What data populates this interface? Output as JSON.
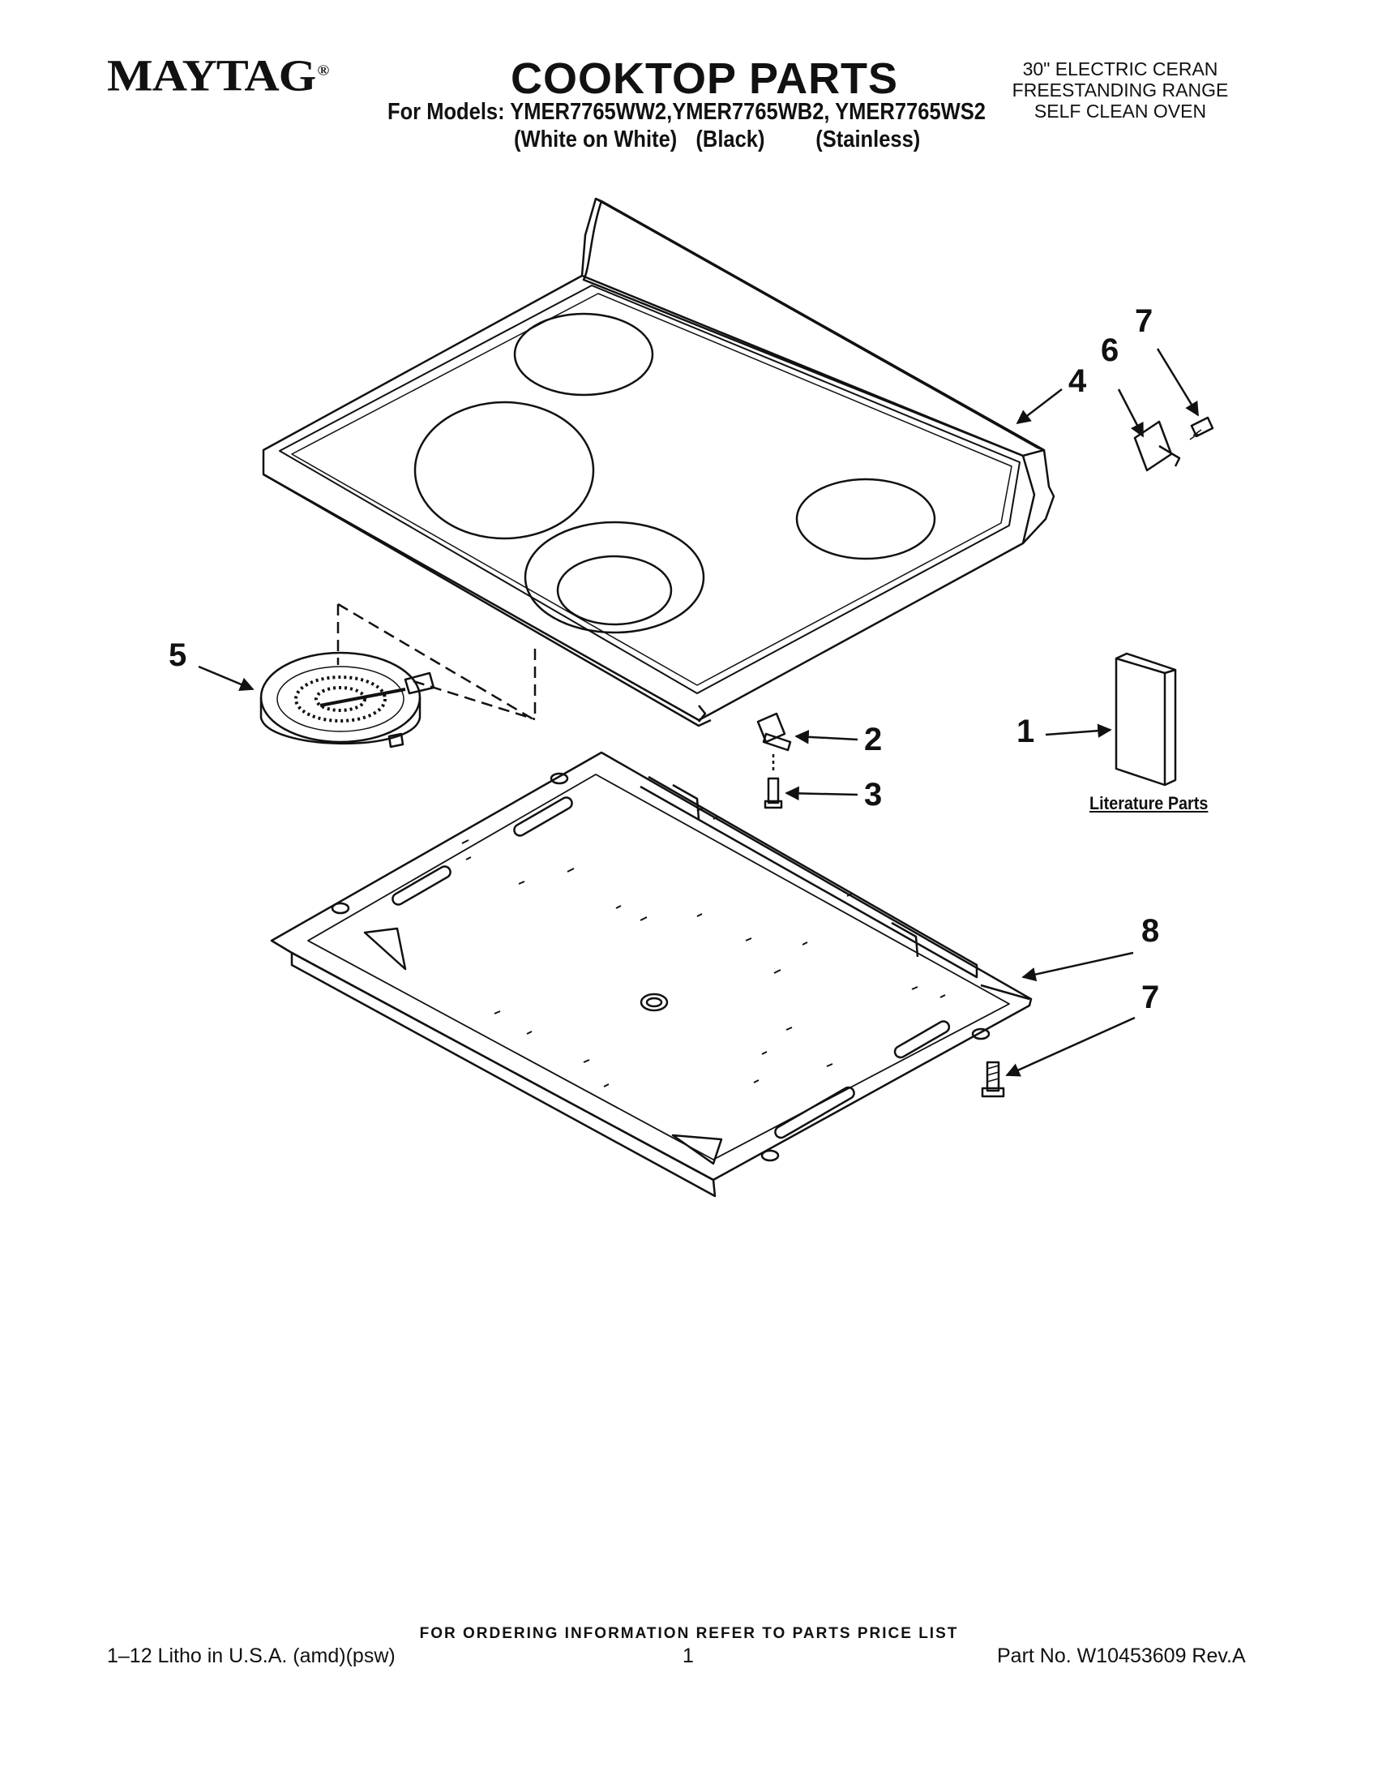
{
  "header": {
    "brand": "MAYTAG",
    "brand_mark": "®",
    "title": "COOKTOP PARTS",
    "models_line": "For Models: YMER7765WW2,YMER7765WB2, YMER7765WS2",
    "variants": [
      "(White on White)",
      "(Black)",
      "(Stainless)"
    ],
    "product_lines": [
      "30\" ELECTRIC CERAN",
      "FREESTANDING RANGE",
      "SELF CLEAN OVEN"
    ]
  },
  "callouts": {
    "c1": "1",
    "c2": "2",
    "c3": "3",
    "c4": "4",
    "c5": "5",
    "c6": "6",
    "c7_top": "7",
    "c8": "8",
    "c7_bottom": "7"
  },
  "literature_label": "Literature Parts",
  "footer": {
    "ordering_note": "FOR ORDERING INFORMATION REFER TO PARTS PRICE LIST",
    "litho": "1–12 Litho in U.S.A. (amd)(psw)",
    "page": "1",
    "part_no": "Part No. W10453609 Rev.A"
  }
}
